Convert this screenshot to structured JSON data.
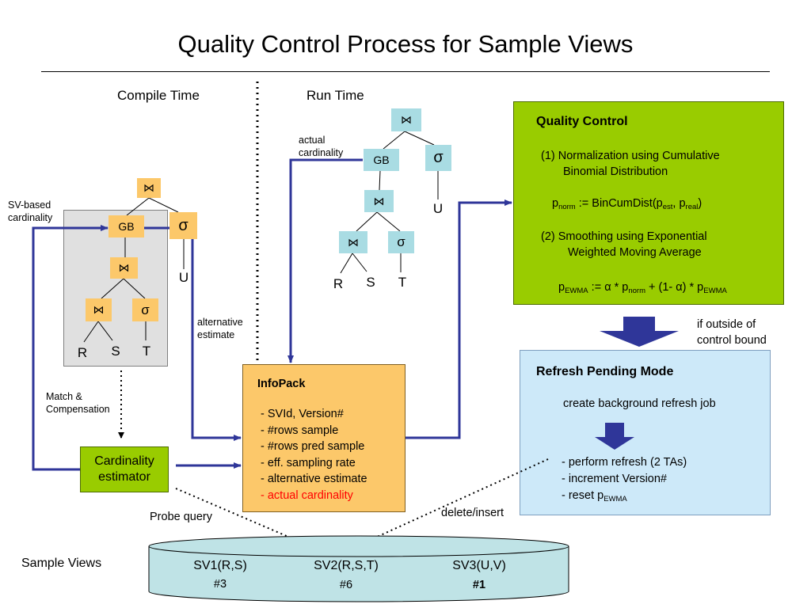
{
  "title": "Quality Control Process for Sample Views",
  "phases": {
    "compile": "Compile Time",
    "run": "Run Time"
  },
  "operators": {
    "join": "⋈",
    "groupby": "GB",
    "select": "σ"
  },
  "relations": {
    "r": "R",
    "s": "S",
    "t": "T",
    "u": "U"
  },
  "annotations": {
    "sv_based": "SV-based",
    "cardinality": "cardinality",
    "actual": "actual",
    "alternative": "alternative",
    "estimate": "estimate",
    "match": "Match &",
    "compensation": "Compensation",
    "probe_query": "Probe query",
    "delete_insert": "delete/insert",
    "if_outside": "if outside of",
    "control_bound": "control bound"
  },
  "quality_control": {
    "heading": "Quality Control",
    "step1_line1": "(1) Normalization using Cumulative",
    "step1_line2": "Binomial Distribution",
    "formula1": {
      "lhs": "p",
      "lhs_sub": "norm",
      "mid": " := BinCumDist(p",
      "sub1": "est",
      "sep": ", p",
      "sub2": "real",
      "end": ")"
    },
    "step2_line1": "(2) Smoothing using Exponential",
    "step2_line2": "Weighted Moving Average",
    "formula2": {
      "lhs": "p",
      "lhs_sub": "EWMA",
      "mid": " := α * p",
      "sub1": "norm",
      "mid2": " + (1- α) * p",
      "sub2": "EWMA"
    }
  },
  "refresh_pending": {
    "heading": "Refresh Pending Mode",
    "line1": "create background refresh job",
    "item1": "- perform refresh (2 TAs)",
    "item2": "- increment Version#",
    "item3_prefix": "- reset p",
    "item3_sub": "EWMA"
  },
  "infopack": {
    "heading": "InfoPack",
    "items": [
      "- SVId, Version#",
      "- #rows sample",
      "- #rows pred sample",
      "- eff. sampling rate",
      "- alternative estimate"
    ],
    "highlight": "- actual cardinality"
  },
  "cardinality_estimator": {
    "line1": "Cardinality",
    "line2": "estimator"
  },
  "sample_views": {
    "label": "Sample Views",
    "views": [
      {
        "name": "SV1(R,S)",
        "count": "#3",
        "bold": false
      },
      {
        "name": "SV2(R,S,T)",
        "count": "#6",
        "bold": false
      },
      {
        "name": "SV3(U,V)",
        "count": "#1",
        "bold": true
      }
    ]
  },
  "colors": {
    "arrow": "#2f3699",
    "green": "#99cc00",
    "orange": "#fcc86a",
    "node_blue": "#a9dce3",
    "refresh_blue": "#cde9f9",
    "db_fill": "#bfe3e6",
    "highlight_red": "#ff0000"
  }
}
